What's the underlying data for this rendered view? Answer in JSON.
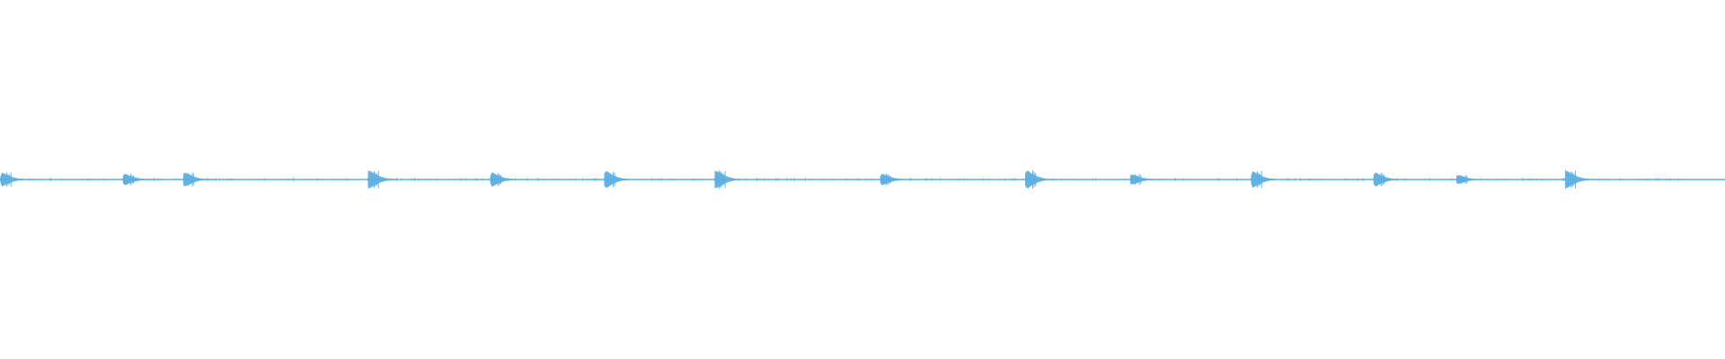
{
  "waveform": {
    "color": "#5aaee0",
    "duration_label": "",
    "onsets": [
      {
        "t": 0.0,
        "amp": 0.55
      },
      {
        "t": 0.071,
        "amp": 0.45
      },
      {
        "t": 0.106,
        "amp": 0.55
      },
      {
        "t": 0.213,
        "amp": 0.7
      },
      {
        "t": 0.284,
        "amp": 0.55
      },
      {
        "t": 0.35,
        "amp": 0.65
      },
      {
        "t": 0.414,
        "amp": 0.7
      },
      {
        "t": 0.51,
        "amp": 0.45
      },
      {
        "t": 0.594,
        "amp": 0.7
      },
      {
        "t": 0.655,
        "amp": 0.4
      },
      {
        "t": 0.725,
        "amp": 0.65
      },
      {
        "t": 0.796,
        "amp": 0.55
      },
      {
        "t": 0.844,
        "amp": 0.35
      },
      {
        "t": 0.907,
        "amp": 0.7
      }
    ]
  }
}
